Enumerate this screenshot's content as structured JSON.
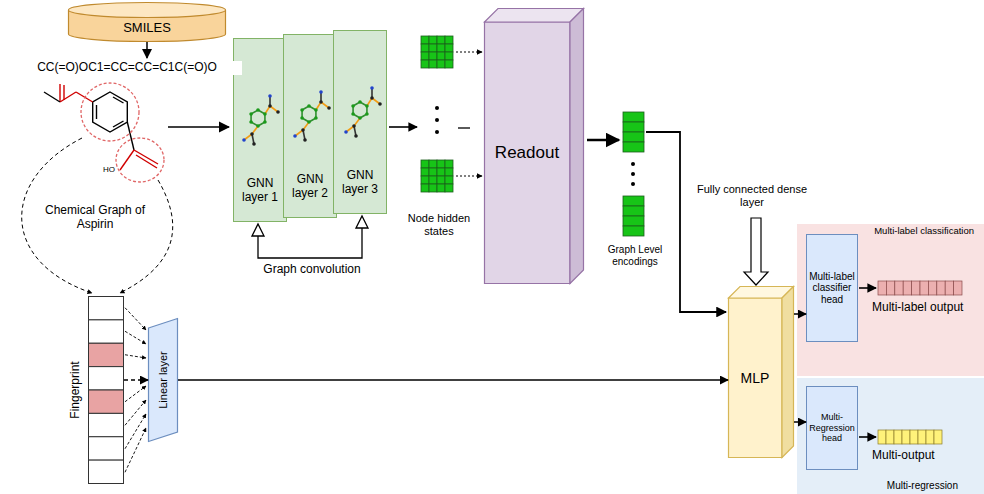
{
  "diagram": {
    "nodes": [
      {
        "text": [
          "SMILES"
        ]
      },
      {
        "text": [
          "GNN layer 1"
        ]
      },
      {
        "text": [
          "GNN layer 2"
        ]
      },
      {
        "text": [
          "GNN layer 3"
        ]
      },
      {
        "text": [
          "Readout"
        ]
      },
      {
        "text": [
          "Fingerprint"
        ]
      },
      {
        "text": [
          "Linear layer"
        ]
      },
      {
        "text": [
          "MLP"
        ]
      },
      {
        "text": [
          "Multi-label classification"
        ]
      },
      {
        "text": [
          "Multi-label classifier head"
        ],
        "in": 8
      },
      {
        "text": [
          "Multi-regression"
        ]
      },
      {
        "text": [
          "Multi-Regression head"
        ],
        "in": 10
      }
    ],
    "edges": [
      {
        "from": 5,
        "to": 6,
        "arrow": "to"
      },
      {
        "from": 6,
        "to": 7,
        "arrow": "to"
      },
      {
        "from": 7,
        "to": 9,
        "arrow": "to"
      },
      {
        "from": 7,
        "to": 11,
        "arrow": "to"
      }
    ],
    "labels": [
      "CC(=O)OC1=CC=CC=C1C(=O)O",
      "HO",
      "Chemical Graph of Aspirin",
      "Graph convolution",
      "Node hidden states",
      "Graph Level encodings",
      "Fully connected dense layer",
      "Multi-label output",
      "Multi-output"
    ]
  }
}
